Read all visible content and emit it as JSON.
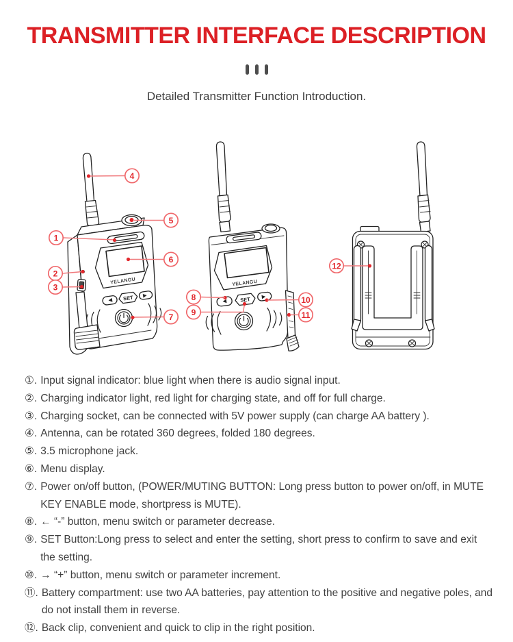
{
  "header": {
    "title": "TRANSMITTER INTERFACE DESCRIPTION",
    "subtitle": "Detailed Transmitter Function Introduction.",
    "accent_red": "#dc2025"
  },
  "diagram": {
    "brand": "YELANGU",
    "set_label": "SET",
    "callout_red": "#e2282d",
    "callouts": [
      "1",
      "2",
      "3",
      "4",
      "5",
      "6",
      "7",
      "8",
      "9",
      "10",
      "11",
      "12"
    ]
  },
  "features": {
    "items": [
      {
        "num": "①.",
        "text": "Input signal indicator: blue light when there is audio signal input."
      },
      {
        "num": "②.",
        "text": "Charging indicator light, red light for charging state, and off for full charge."
      },
      {
        "num": "③.",
        "text": "Charging socket, can be connected with 5V power supply (can charge AA battery )."
      },
      {
        "num": "④.",
        "text": "Antenna, can be rotated 360 degrees, folded 180 degrees."
      },
      {
        "num": "⑤.",
        "text": "3.5 microphone jack."
      },
      {
        "num": "⑥.",
        "text": "Menu display."
      },
      {
        "num": "⑦.",
        "text": "Power on/off button, (POWER/MUTING BUTTON: Long press button to power on/off, in MUTE KEY ENABLE mode, shortpress is MUTE)."
      },
      {
        "num": "⑧.",
        "text": "← “-” button, menu switch or parameter decrease."
      },
      {
        "num": "⑨.",
        "text": "SET Button:Long press to select and enter the setting, short press to confirm to save and exit the setting."
      },
      {
        "num": "⑩.",
        "text": "→ “+” button, menu switch or parameter increment."
      },
      {
        "num": "⑪.",
        "text": "Battery compartment: use two AA batteries, pay attention to the positive and negative poles, and do not install them in reverse."
      },
      {
        "num": "⑫.",
        "text": "Back clip, convenient and quick to clip in the right position."
      }
    ]
  }
}
